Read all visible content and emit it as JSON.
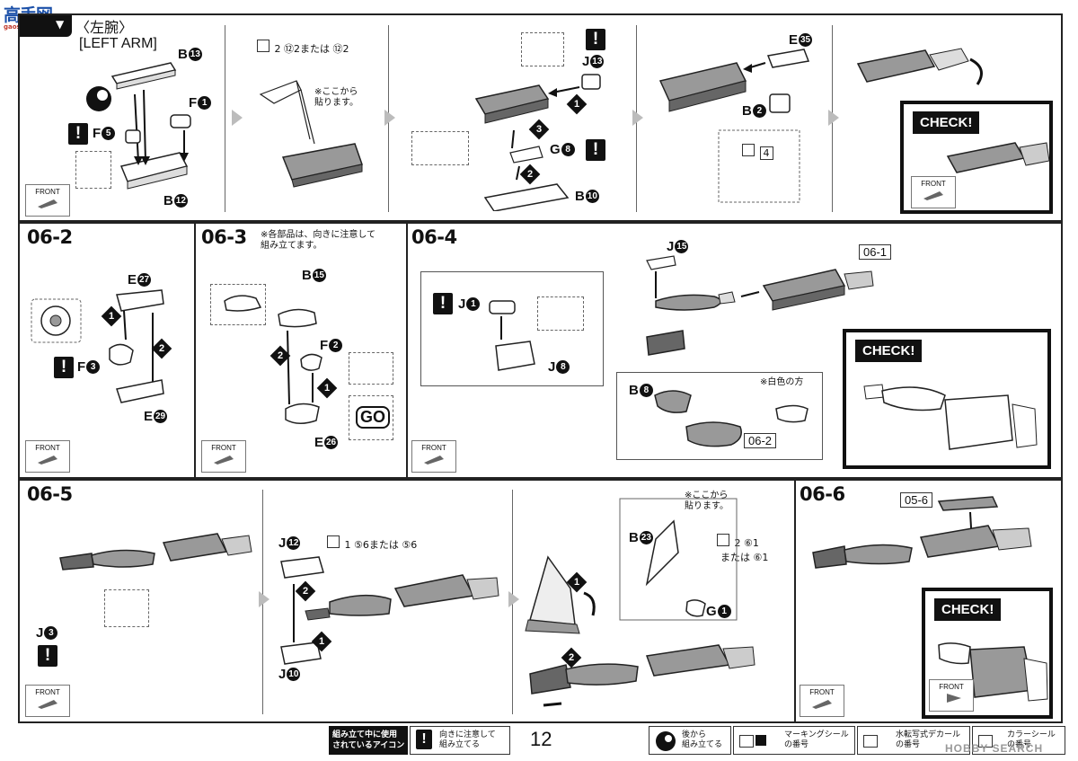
{
  "logo": {
    "text": "高手网",
    "sub": "gaoshou.com"
  },
  "watermark": "HOBBY SEARCH",
  "panels": {
    "p061": {
      "title_jp": "〈左腕〉",
      "title_en": "[LEFT ARM]",
      "labels": {
        "b13": "B",
        "b12": "B",
        "f1": "F",
        "f5": "F"
      },
      "nums": {
        "b13": "13",
        "b12": "12",
        "f1": "1",
        "f5": "5"
      }
    },
    "p061b": {
      "decal_text": "2 ⑫2または ⑫2",
      "note": "※ここから\n貼ります。"
    },
    "p061c": {
      "labels": {
        "j13": "J",
        "g8": "G",
        "b10": "B"
      },
      "nums": {
        "j13": "13",
        "g8": "8",
        "b10": "10"
      }
    },
    "p061d": {
      "labels": {
        "e35": "E",
        "b2": "B"
      },
      "nums": {
        "e35": "35",
        "b2": "2"
      },
      "seal_num": "4"
    },
    "p061e": {
      "check": "CHECK!"
    },
    "p062": {
      "title": "06-2",
      "labels": {
        "e27": "E",
        "f3": "F",
        "e29": "E"
      },
      "nums": {
        "e27": "27",
        "f3": "3",
        "e29": "29"
      }
    },
    "p063": {
      "title": "06-3",
      "note": "※各部品は、向きに注意して\n組み立てます。",
      "labels": {
        "b15": "B",
        "f2": "F",
        "e26": "E"
      },
      "nums": {
        "b15": "15",
        "f2": "2",
        "e26": "26"
      },
      "g_mark": "G"
    },
    "p064": {
      "title": "06-4",
      "labels": {
        "j15": "J",
        "j1": "J",
        "j8": "J",
        "b8": "B"
      },
      "nums": {
        "j15": "15",
        "j1": "1",
        "j8": "8",
        "b8": "8"
      },
      "ref_a": "06-1",
      "ref_b": "06-2",
      "note": "※白色の方",
      "check": "CHECK!"
    },
    "p065": {
      "title": "06-5",
      "labels": {
        "j3": "J",
        "j12": "J",
        "j10": "J",
        "b23": "B",
        "g1": "G"
      },
      "nums": {
        "j3": "3",
        "j12": "12",
        "j10": "10",
        "b23": "23",
        "g1": "1"
      },
      "decal_text": "1 ⑤6または ⑤6",
      "note": "※ここから\n貼ります。",
      "decal_text2": "2 ⑥1",
      "decal_text3": "または ⑥1"
    },
    "p066": {
      "title": "06-6",
      "ref": "05-6",
      "check": "CHECK!"
    }
  },
  "front_label": "FRONT",
  "footer": {
    "icons_used": "組み立て中に使用\nされているアイコン",
    "orient": "向きに注意して\n組み立てる",
    "page": "12",
    "after": "後から\n組み立てる",
    "marking": "マーキングシール\nの番号",
    "transfer": "水転写式デカール\nの番号",
    "color": "カラーシール\nの番号"
  }
}
